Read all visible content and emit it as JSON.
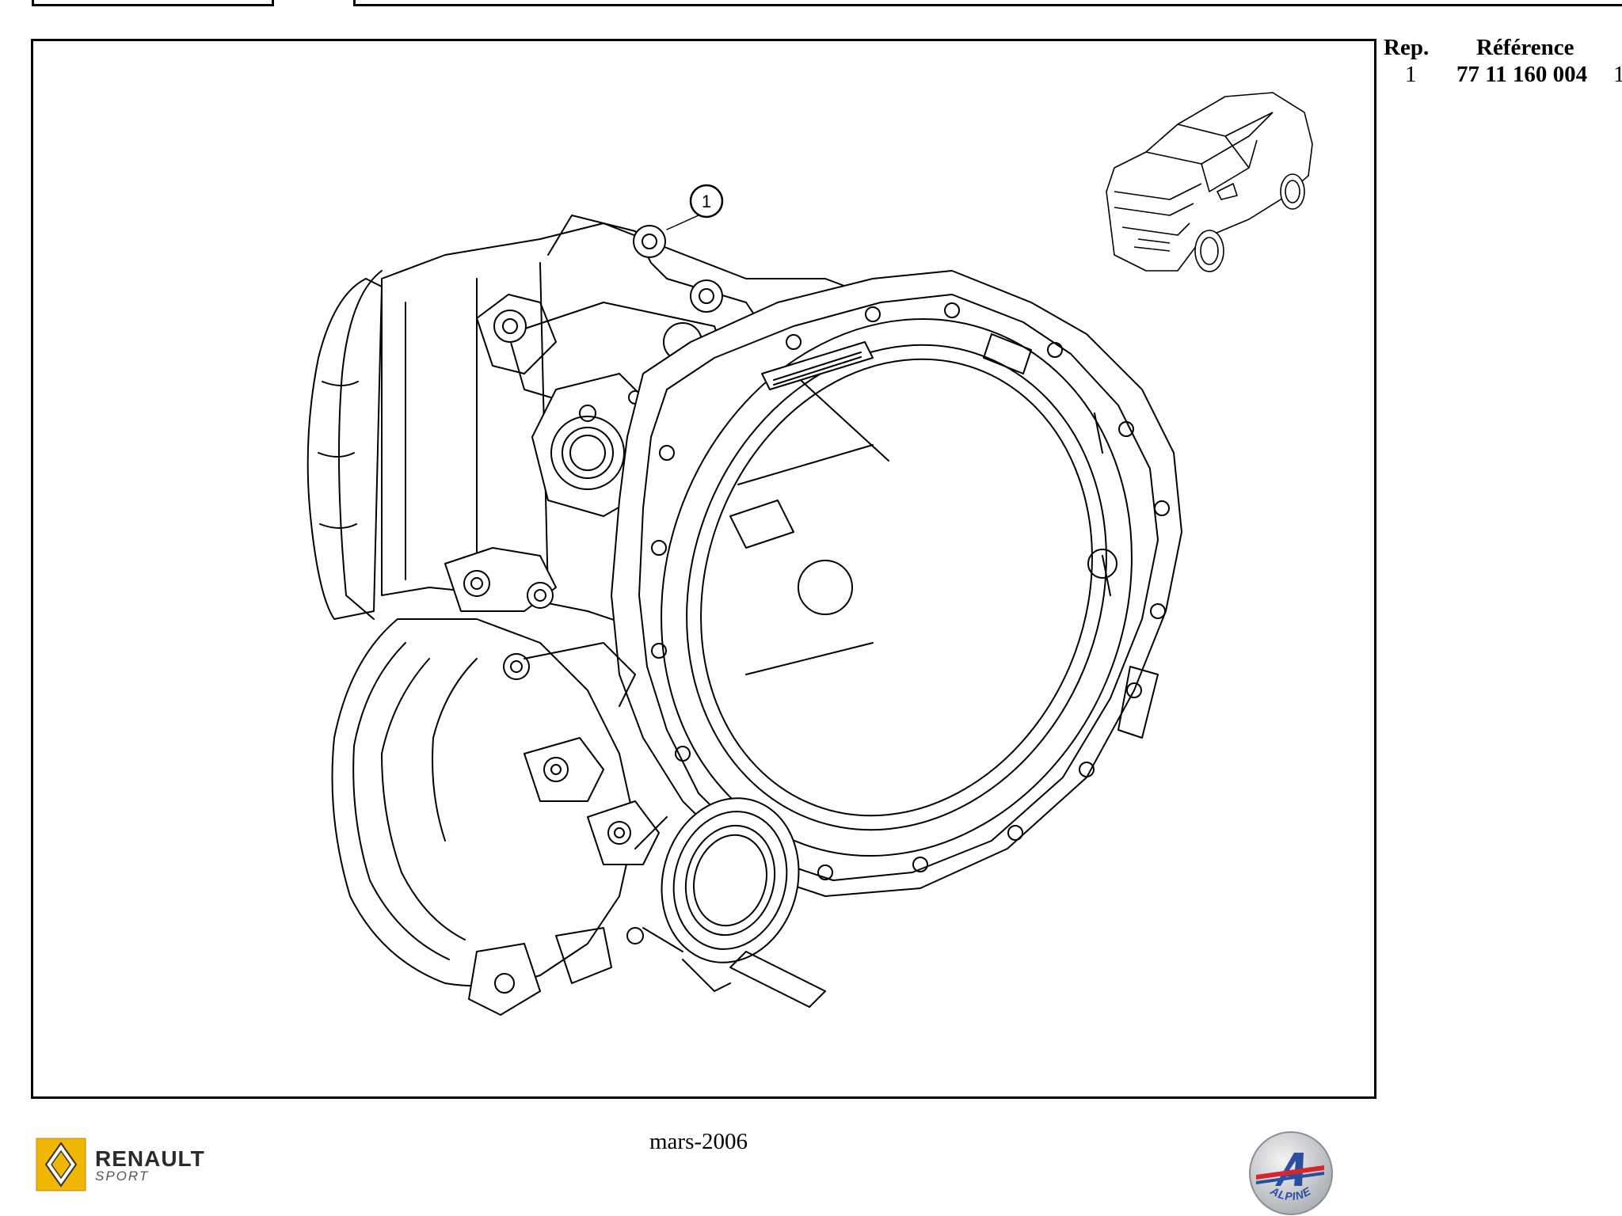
{
  "header": {
    "col_rep": "Rep.",
    "col_reference": "Référence"
  },
  "parts": [
    {
      "rep": "1",
      "reference": "77 11 160 004",
      "extra": "1"
    }
  ],
  "callouts": [
    {
      "number": "1"
    }
  ],
  "footer": {
    "date": "mars-2006"
  },
  "logos": {
    "renault_brand": "RENAULT",
    "renault_sub": "SPORT",
    "alpine_text": "ALPINE",
    "renault_yellow": "#f2b705",
    "alpine_blue": "#2a4ea0",
    "alpine_red": "#d8262e"
  },
  "icons": [
    "gearbox-drawing",
    "car-thumbnail",
    "renault-diamond-icon",
    "alpine-a-icon"
  ]
}
